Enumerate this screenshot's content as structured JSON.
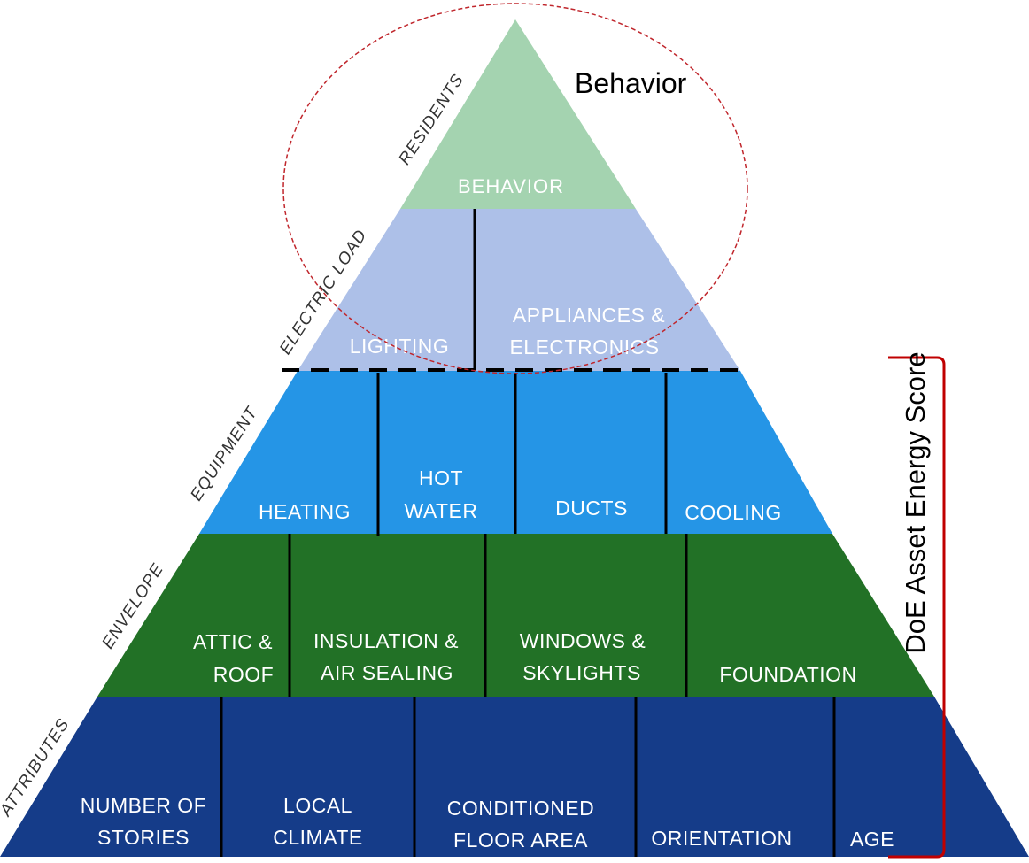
{
  "callout_label": "Behavior",
  "score_label": "DoE Asset Energy Score",
  "colors": {
    "residents": "#a4d3b0",
    "electric_load": "#adc0e8",
    "equipment": "#2595e6",
    "envelope": "#227126",
    "attributes": "#153c89",
    "divider": "#000000",
    "ellipse": "#c0262c",
    "bracket": "#c00000"
  },
  "levels": [
    {
      "side_label": "RESIDENTS",
      "cells": [
        {
          "lines": [
            "BEHAVIOR"
          ]
        }
      ]
    },
    {
      "side_label": "ELECTRIC LOAD",
      "cells": [
        {
          "lines": [
            "LIGHTING"
          ]
        },
        {
          "lines": [
            "APPLIANCES &",
            "ELECTRONICS"
          ]
        }
      ]
    },
    {
      "side_label": "EQUIPMENT",
      "cells": [
        {
          "lines": [
            "HEATING"
          ]
        },
        {
          "lines": [
            "HOT",
            "WATER"
          ]
        },
        {
          "lines": [
            "DUCTS"
          ]
        },
        {
          "lines": [
            "COOLING"
          ]
        }
      ]
    },
    {
      "side_label": "ENVELOPE",
      "cells": [
        {
          "lines": [
            "ATTIC &",
            "ROOF"
          ]
        },
        {
          "lines": [
            "INSULATION &",
            "AIR SEALING"
          ]
        },
        {
          "lines": [
            "WINDOWS &",
            "SKYLIGHTS"
          ]
        },
        {
          "lines": [
            "FOUNDATION"
          ]
        }
      ]
    },
    {
      "side_label": "ATTRIBUTES",
      "cells": [
        {
          "lines": [
            "NUMBER OF",
            "STORIES"
          ]
        },
        {
          "lines": [
            "LOCAL",
            "CLIMATE"
          ]
        },
        {
          "lines": [
            "CONDITIONED",
            "FLOOR AREA"
          ]
        },
        {
          "lines": [
            "ORIENTATION"
          ]
        },
        {
          "lines": [
            "AGE"
          ]
        }
      ]
    }
  ]
}
